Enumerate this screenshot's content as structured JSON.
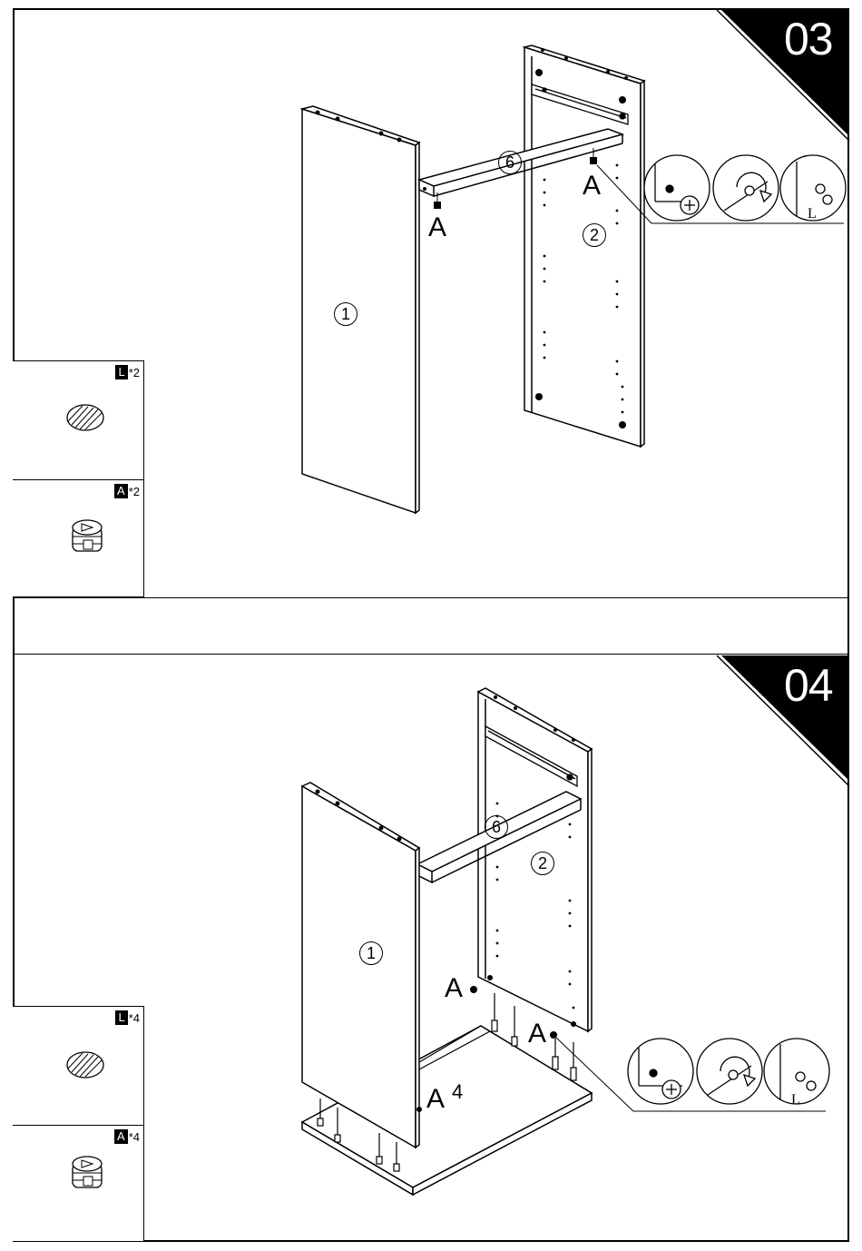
{
  "steps": [
    {
      "number": "03",
      "parts": [
        {
          "code": "L",
          "qty": "*2",
          "icon": "cam-bolt-icon"
        },
        {
          "code": "A",
          "qty": "*2",
          "icon": "cam-lock-icon"
        }
      ],
      "labels": {
        "panel_left": "1",
        "panel_right": "2",
        "rail": "6",
        "fitting_a1": "A",
        "fitting_a2": "A"
      }
    },
    {
      "number": "04",
      "parts": [
        {
          "code": "L",
          "qty": "*4",
          "icon": "cam-bolt-icon"
        },
        {
          "code": "A",
          "qty": "*4",
          "icon": "cam-lock-icon"
        }
      ],
      "labels": {
        "panel_left": "1",
        "panel_right": "2",
        "rail": "6",
        "fitting_a1": "A",
        "fitting_a2": "A",
        "fitting_a3": "A",
        "bottom_panel": "4"
      }
    }
  ],
  "colors": {
    "line": "#000000",
    "background": "#ffffff",
    "badge": "#000000"
  }
}
